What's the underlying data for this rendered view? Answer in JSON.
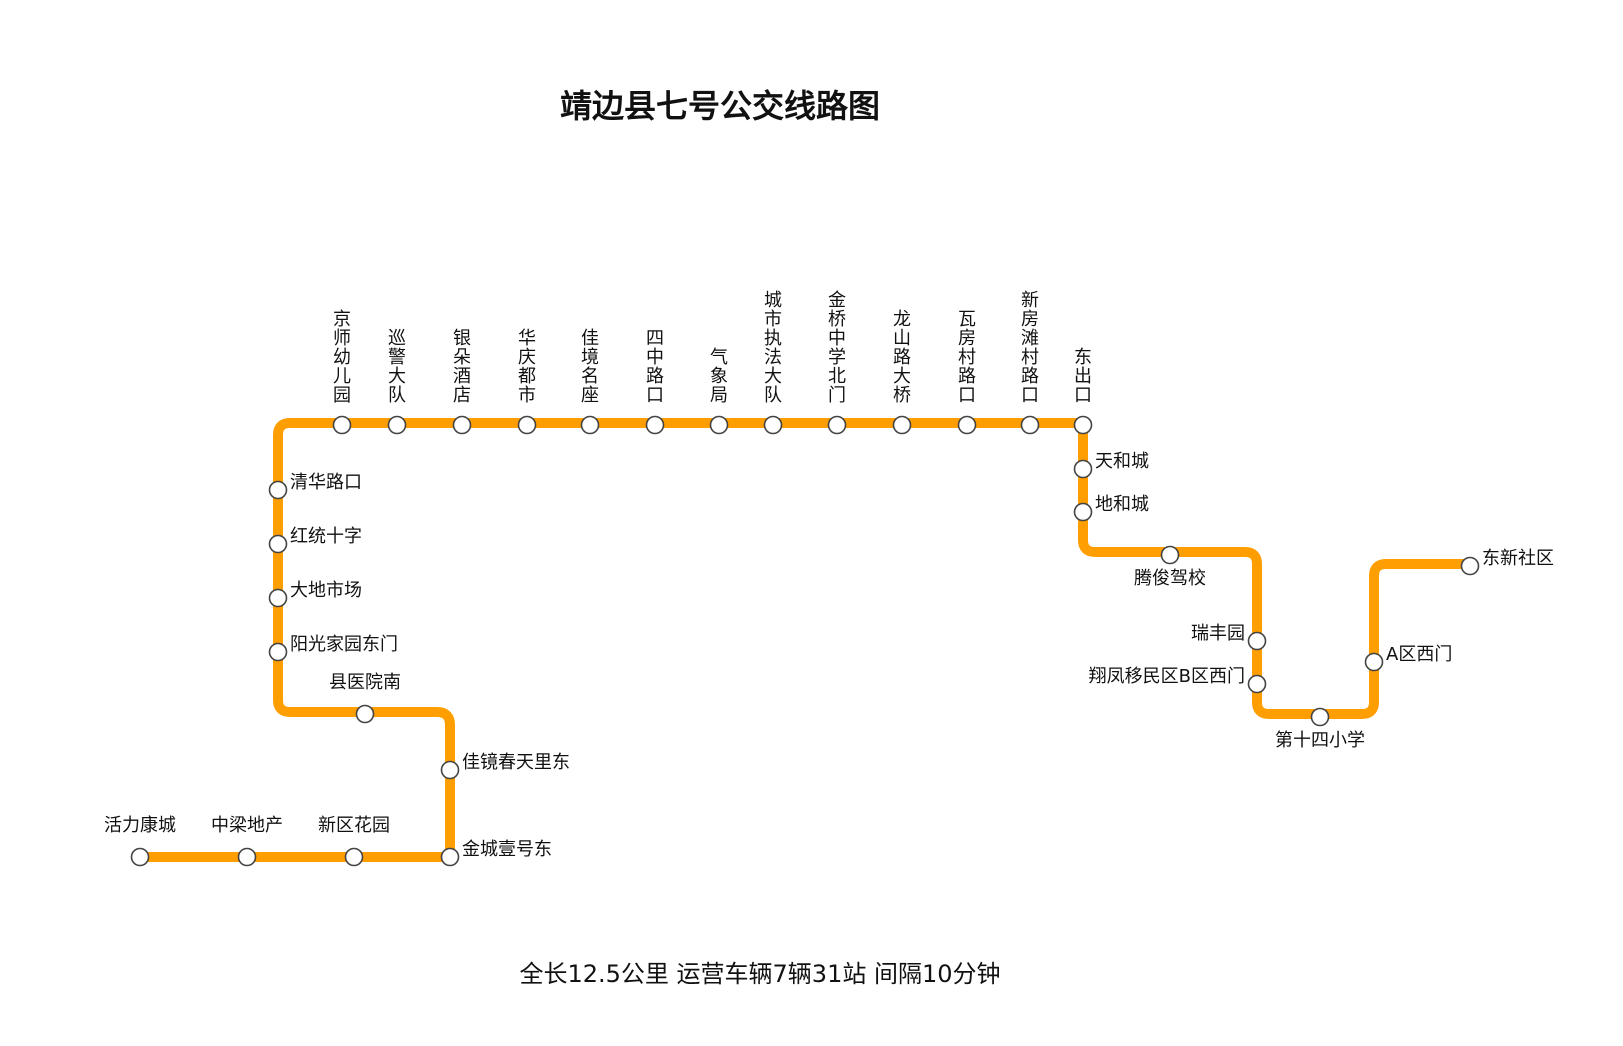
{
  "title": "靖边县七号公交线路图",
  "footer": "全长12.5公里 运营车辆7辆31站 间隔10分钟",
  "colors": {
    "route": "#FF9E00",
    "station_fill": "#FFFFFF",
    "station_stroke": "#444444",
    "text": "#111111"
  },
  "stations": [
    "活力康城",
    "中梁地产",
    "新区花园",
    "金城壹号东",
    "佳镜春天里东",
    "县医院南",
    "阳光家园东门",
    "大地市场",
    "红统十字",
    "清华路口",
    "京师幼儿园",
    "巡警大队",
    "银朵酒店",
    "华庆都市",
    "佳境名座",
    "四中路口",
    "气象局",
    "城市执法大队",
    "金桥中学北门",
    "龙山路大桥",
    "瓦房村路口",
    "新房滩村路口",
    "东出口",
    "天和城",
    "地和城",
    "腾俊驾校",
    "瑞丰园",
    "翔凤移民区B区西门",
    "第十四小学",
    "A区西门",
    "东新社区"
  ]
}
